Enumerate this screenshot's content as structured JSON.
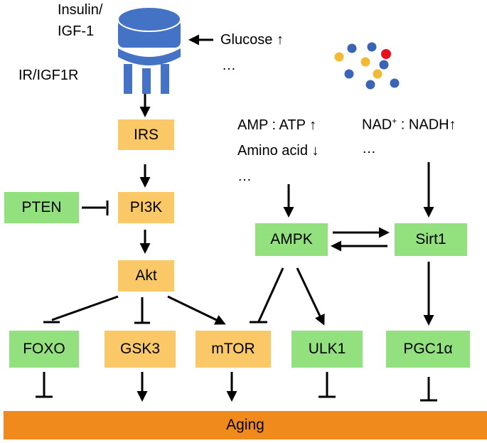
{
  "labels": {
    "insulin": "Insulin/",
    "igf1": "IGF-1",
    "receptor": "IR/IGF1R",
    "glucose": "Glucose",
    "ellipsis_glucose": "…",
    "amp_atp": "AMP : ATP",
    "amino_acid": "Amino acid",
    "ellipsis_amp": "…",
    "nad_prefix": "NAD",
    "nad_sup": "+",
    "nad_suffix": " : NADH",
    "ellipsis_nad": "…",
    "up_arrow": "↑",
    "down_arrow": "↓"
  },
  "nodes": {
    "irs": "IRS",
    "pten": "PTEN",
    "pi3k": "PI3K",
    "akt": "Akt",
    "ampk": "AMPK",
    "sirt1": "Sirt1",
    "foxo": "FOXO",
    "gsk3": "GSK3",
    "mtor": "mTOR",
    "ulk1": "ULK1",
    "pgc1a": "PGC1α",
    "aging": "Aging"
  },
  "colors": {
    "orange_node": "#fbc868",
    "green_node": "#93e07e",
    "aging_bar": "#f08a1c",
    "receptor": "#4472c4",
    "dot_blue": "#3b64b9",
    "dot_yellow": "#f4b934",
    "dot_red": "#e8101c"
  }
}
